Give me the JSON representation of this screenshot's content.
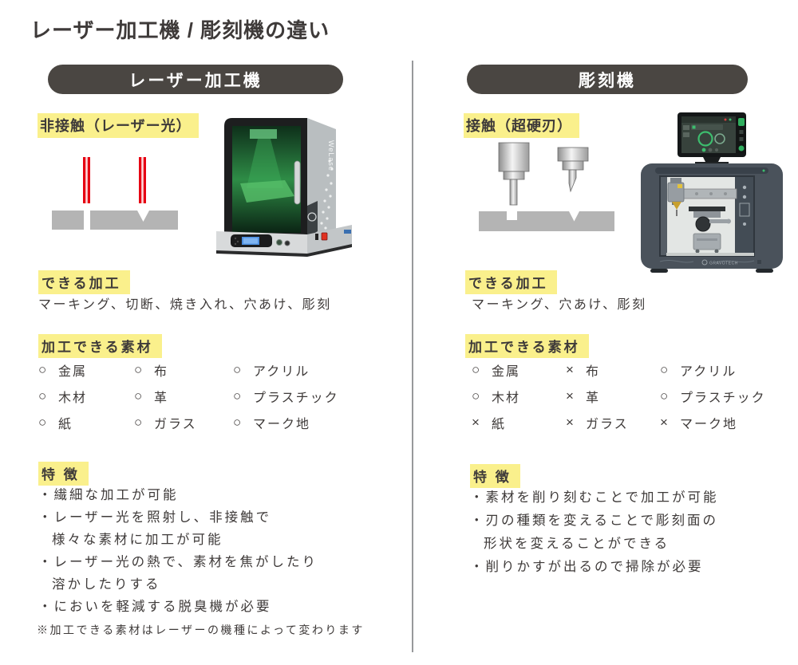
{
  "title": "レーザー加工機 / 彫刻機の違い",
  "colors": {
    "highlight_yellow": "#FAF08C",
    "pill_background": "#4A4642",
    "body_text": "#3E3A39",
    "material_gray": "#B4B4B4",
    "laser_red": "#E60012"
  },
  "laser": {
    "header": "レーザー加工機",
    "method_label": "非接触（レーザー光）",
    "machine_brand": "WeLase",
    "process_heading": "できる加工",
    "process_body": "マーキング、切断、焼き入れ、穴あけ、彫刻",
    "materials_heading": "加工できる素材",
    "materials": [
      {
        "mark": "○",
        "label": "金属"
      },
      {
        "mark": "○",
        "label": "布"
      },
      {
        "mark": "○",
        "label": "アクリル"
      },
      {
        "mark": "○",
        "label": "木材"
      },
      {
        "mark": "○",
        "label": "革"
      },
      {
        "mark": "○",
        "label": "プラスチック"
      },
      {
        "mark": "○",
        "label": "紙"
      },
      {
        "mark": "○",
        "label": "ガラス"
      },
      {
        "mark": "○",
        "label": "マーク地"
      }
    ],
    "features_heading": "特 徴",
    "features": [
      {
        "text": "・繊細な加工が可能"
      },
      {
        "text": "・レーザー光を照射し、非接触で"
      },
      {
        "text": "様々な素材に加工が可能"
      },
      {
        "text": "・レーザー光の熱で、素材を焦がしたり"
      },
      {
        "text": "溶かしたりする"
      },
      {
        "text": "・においを軽減する脱臭機が必要"
      }
    ],
    "footnote": "※加工できる素材はレーザーの機種によって変わります"
  },
  "engraver": {
    "header": "彫刻機",
    "method_label": "接触（超硬刃）",
    "machine_brand": "GRAVOTECH",
    "process_heading": "できる加工",
    "process_body": "マーキング、穴あけ、彫刻",
    "materials_heading": "加工できる素材",
    "materials": [
      {
        "mark": "○",
        "label": "金属"
      },
      {
        "mark": "×",
        "label": "布"
      },
      {
        "mark": "○",
        "label": "アクリル"
      },
      {
        "mark": "○",
        "label": "木材"
      },
      {
        "mark": "×",
        "label": "革"
      },
      {
        "mark": "○",
        "label": "プラスチック"
      },
      {
        "mark": "×",
        "label": "紙"
      },
      {
        "mark": "×",
        "label": "ガラス"
      },
      {
        "mark": "×",
        "label": "マーク地"
      }
    ],
    "features_heading": "特 徴",
    "features": [
      {
        "text": "・素材を削り刻むことで加工が可能"
      },
      {
        "text": "・刃の種類を変えることで彫刻面の"
      },
      {
        "text": "形状を変えることができる"
      },
      {
        "text": "・削りかすが出るので掃除が必要"
      }
    ]
  }
}
